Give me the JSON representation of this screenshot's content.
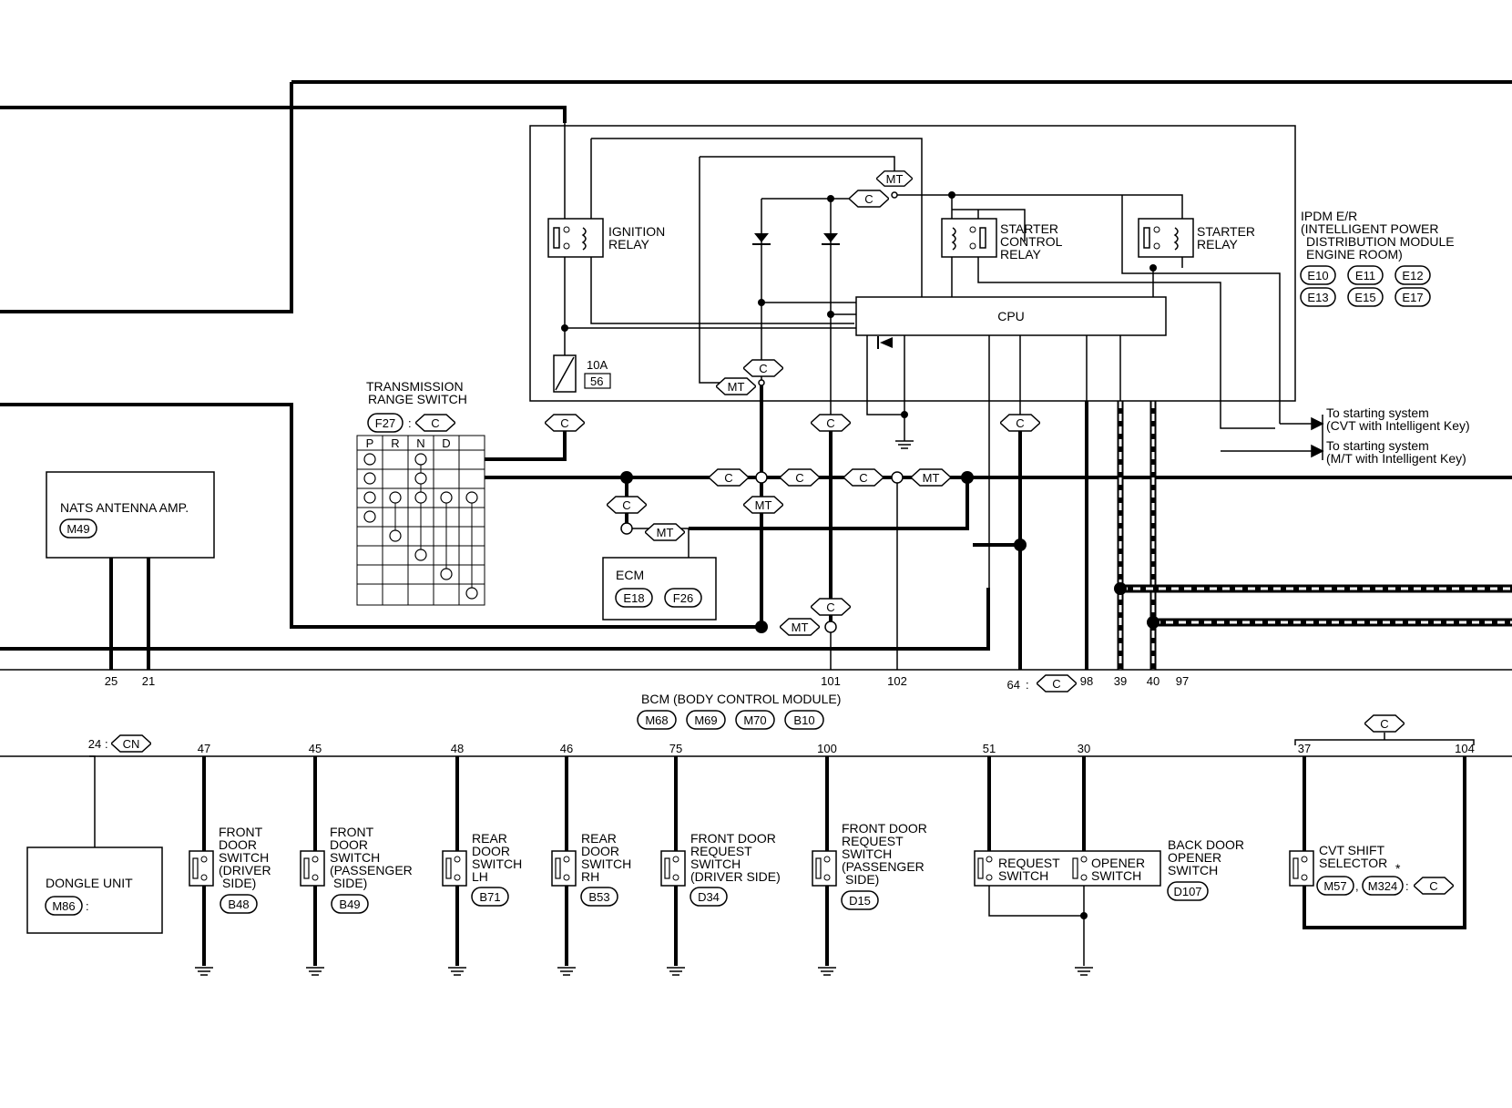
{
  "ipdm": {
    "title_lines": [
      "IPDM E/R",
      "(INTELLIGENT POWER",
      "DISTRIBUTION MODULE",
      "ENGINE ROOM)"
    ],
    "connectors_row1": [
      "E10",
      "E11",
      "E12"
    ],
    "connectors_row2": [
      "E13",
      "E15",
      "E17"
    ],
    "ignition_relay": [
      "IGNITION",
      "RELAY"
    ],
    "starter_control_relay": [
      "STARTER",
      "CONTROL",
      "RELAY"
    ],
    "starter_relay": [
      "STARTER",
      "RELAY"
    ],
    "cpu": "CPU",
    "fuse_amp": "10A",
    "fuse_no": "56"
  },
  "tags": {
    "c": "C",
    "mt": "MT",
    "cn": "CN"
  },
  "starting_system": {
    "cvt": [
      "To starting system",
      "(CVT with Intelligent Key)"
    ],
    "mt": [
      "To starting system",
      "(M/T with Intelligent Key)"
    ]
  },
  "transmission_range_switch": {
    "title": [
      "TRANSMISSION",
      "RANGE SWITCH"
    ],
    "connector": "F27",
    "positions": [
      "P",
      "R",
      "N",
      "D"
    ]
  },
  "nats_antenna_amp": {
    "name": "NATS ANTENNA AMP.",
    "connector": "M49"
  },
  "ecm": {
    "name": "ECM",
    "connectors": [
      "E18",
      "F26"
    ]
  },
  "bcm": {
    "name": "BCM (BODY CONTROL MODULE)",
    "connectors": [
      "M68",
      "M69",
      "M70",
      "B10"
    ],
    "upper_terminals": [
      "25",
      "21",
      "101",
      "102",
      "64",
      "98",
      "39",
      "40",
      "97"
    ],
    "lower_terminals": [
      "24",
      "47",
      "45",
      "48",
      "46",
      "75",
      "100",
      "51",
      "30",
      "37",
      "104"
    ]
  },
  "dongle_unit": {
    "name": "DONGLE UNIT",
    "connector": "M86"
  },
  "switches": [
    {
      "lines": [
        "FRONT",
        "DOOR",
        "SWITCH",
        "(DRIVER",
        "SIDE)"
      ],
      "connector": "B48"
    },
    {
      "lines": [
        "FRONT",
        "DOOR",
        "SWITCH",
        "(PASSENGER",
        "SIDE)"
      ],
      "connector": "B49"
    },
    {
      "lines": [
        "REAR",
        "DOOR",
        "SWITCH",
        "LH"
      ],
      "connector": "B71"
    },
    {
      "lines": [
        "REAR",
        "DOOR",
        "SWITCH",
        "RH"
      ],
      "connector": "B53"
    },
    {
      "lines": [
        "FRONT DOOR",
        "REQUEST",
        "SWITCH",
        "(DRIVER SIDE)"
      ],
      "connector": "D34"
    },
    {
      "lines": [
        "FRONT DOOR",
        "REQUEST",
        "SWITCH",
        "(PASSENGER",
        "SIDE)"
      ],
      "connector": "D15"
    }
  ],
  "back_door_opener_switch": {
    "request": [
      "REQUEST",
      "SWITCH"
    ],
    "opener": [
      "OPENER",
      "SWITCH"
    ],
    "title": [
      "BACK DOOR",
      "OPENER",
      "SWITCH"
    ],
    "connector": "D107"
  },
  "cvt_shift_selector": {
    "lines": [
      "CVT SHIFT",
      "SELECTOR"
    ],
    "connectors": [
      "M57",
      "M324"
    ],
    "asterisk": "*"
  }
}
